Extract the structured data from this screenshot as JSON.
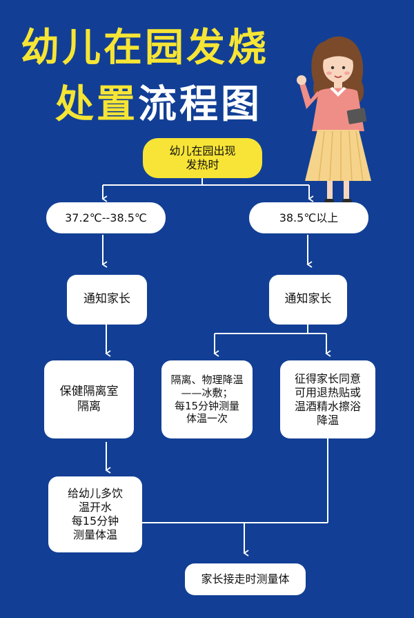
{
  "title": {
    "line1": "幼儿在园发烧",
    "line2_part1": "处置",
    "line2_part2": "流程图"
  },
  "flow": {
    "start": "幼儿在园出现\n发热时",
    "left_range": "37.2℃--38.5℃",
    "right_range": "38.5℃以上",
    "left_notify": "通知家长",
    "right_notify": "通知家长",
    "left_isolate": "保健隔离室\n隔离",
    "right_physical": "隔离、物理降温\n——冰敷；\n每15分钟测量\n体温一次",
    "right_consent": "征得家长同意\n可用退热贴或\n温酒精水擦浴\n降温",
    "left_drink": "给幼儿多饮\n温开水\n每15分钟\n测量体温",
    "end": "家长接走时测量体"
  },
  "colors": {
    "background": "#123f95",
    "title_yellow": "#f6e534",
    "start_box": "#f7e436"
  }
}
